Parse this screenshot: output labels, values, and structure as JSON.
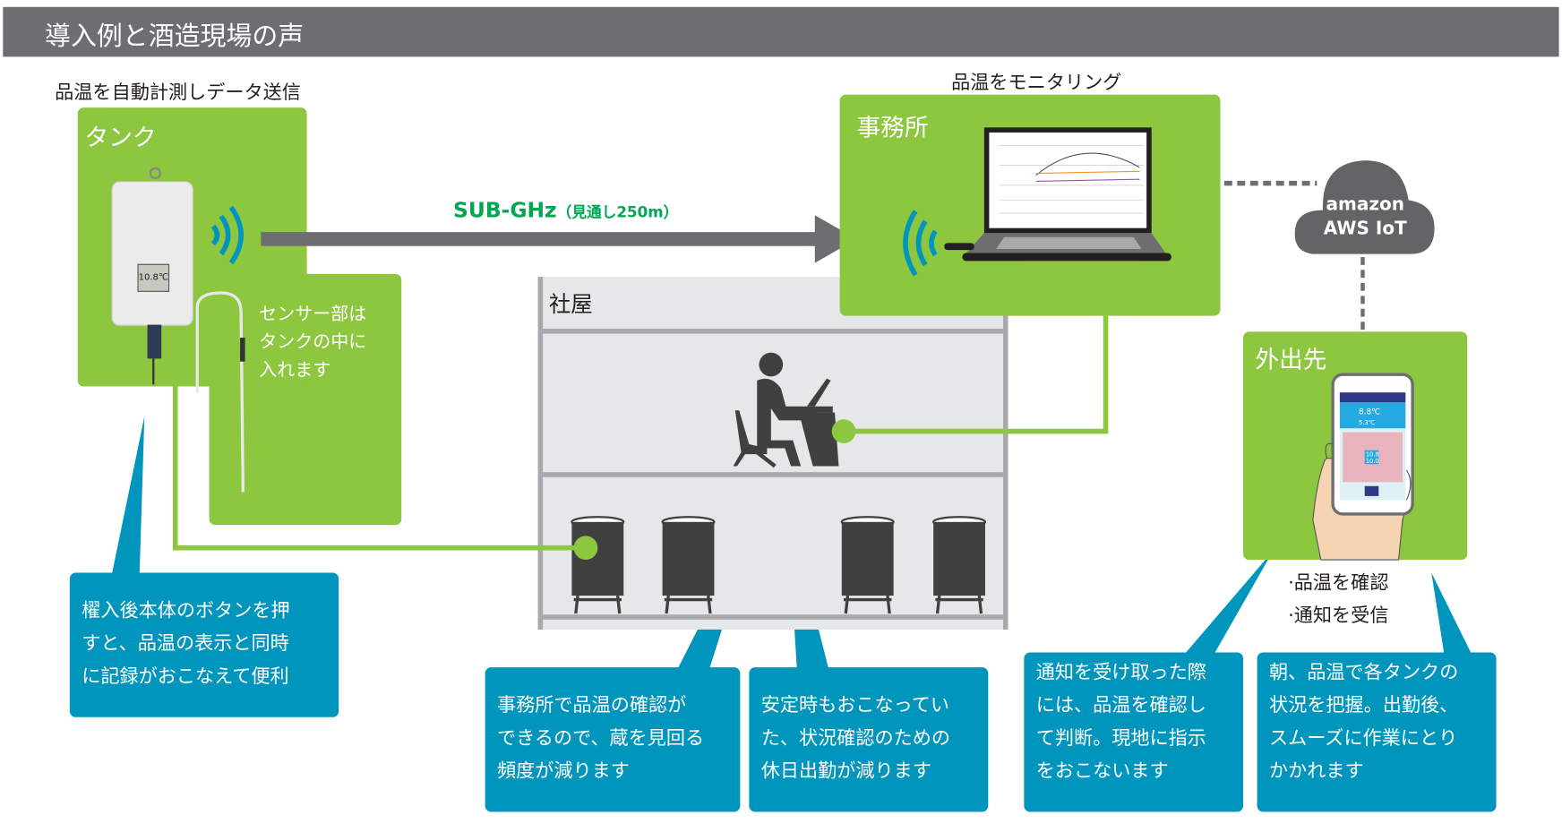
{
  "header": {
    "title": "導入例と酒造現場の声"
  },
  "captions": {
    "auto_measure": "品温を自動計測しデータ送信",
    "monitoring": "品温をモニタリング",
    "confirm": "·品温を確認",
    "notify": "·通知を受信"
  },
  "tank_box": {
    "title": "タンク",
    "device_temp": "10.8℃",
    "sensor_lines": [
      "センサー部は",
      "タンクの中に",
      "入れます"
    ]
  },
  "link": {
    "label": "SUB-GHz",
    "range": "（見通し250m）"
  },
  "office_box": {
    "title": "事務所"
  },
  "cloud": {
    "line1": "amazon",
    "line2": "AWS IoT"
  },
  "building": {
    "title": "社屋"
  },
  "outside_box": {
    "title": "外出先",
    "phone_values": [
      "8.8℃",
      "5.3℃",
      "10.8",
      "10.0"
    ]
  },
  "callouts": [
    {
      "lines": [
        "櫂入後本体のボタンを押",
        "すと、品温の表示と同時",
        "に記録がおこなえて便利"
      ]
    },
    {
      "lines": [
        "事務所で品温の確認が",
        "できるので、蔵を見回る",
        "頻度が減ります"
      ]
    },
    {
      "lines": [
        "安定時もおこなってい",
        "た、状況確認のための",
        "休日出勤が減ります"
      ]
    },
    {
      "lines": [
        "通知を受け取った際",
        "には、品温を確認し",
        "て判断。現地に指示",
        "をおこないます"
      ]
    },
    {
      "lines": [
        "朝、品温で各タンクの",
        "状況を把握。出勤後、",
        "スムーズに作業にとり",
        "かかれます"
      ]
    }
  ],
  "colors": {
    "green": "#8dc63f",
    "blue": "#0095bd",
    "gray": "#6d6e71",
    "link_green": "#00a651"
  }
}
